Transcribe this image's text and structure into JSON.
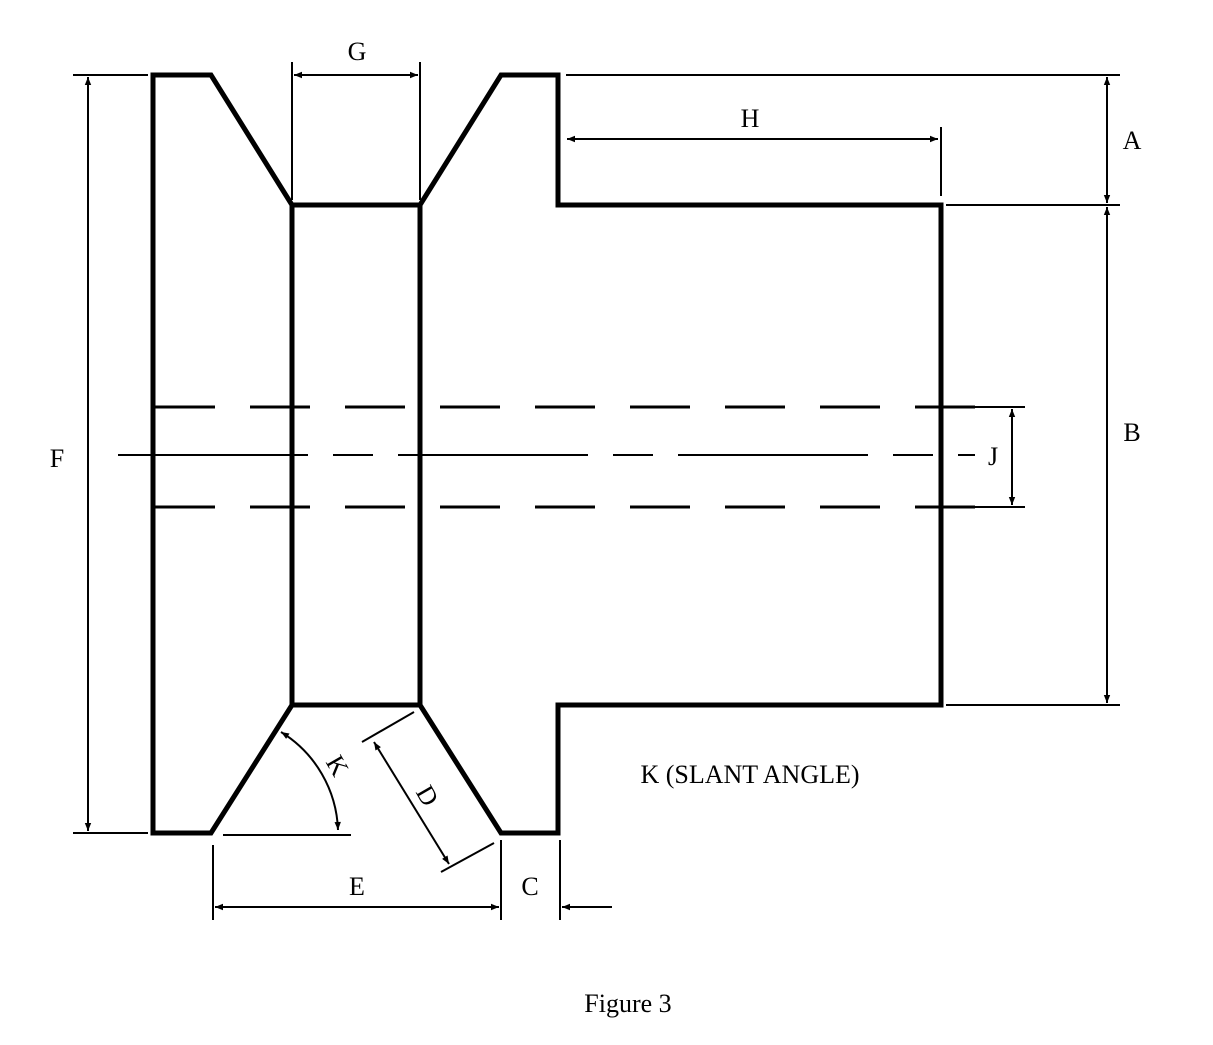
{
  "labels": {
    "A": "A",
    "B": "B",
    "C": "C",
    "D": "D",
    "E": "E",
    "F": "F",
    "G": "G",
    "H": "H",
    "J": "J",
    "K": "K"
  },
  "note": "K (SLANT ANGLE)",
  "caption": "Figure 3"
}
